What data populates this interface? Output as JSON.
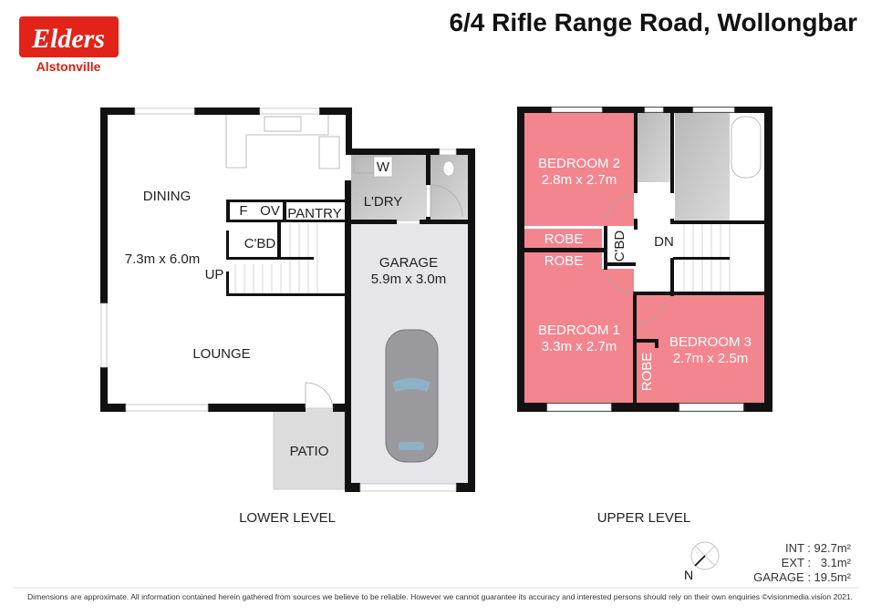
{
  "logo": {
    "brand": "Elders",
    "office": "Alstonville",
    "color": "#e2231a"
  },
  "title": "6/4 Rifle Range Road, Wollongbar",
  "lower": {
    "caption": "LOWER LEVEL",
    "rooms": {
      "dining": "DINING",
      "dining_size": "7.3m x 6.0m",
      "lounge": "LOUNGE",
      "up": "UP",
      "fridge": "F",
      "oven": "OV",
      "pantry": "PANTRY",
      "cupboard": "C'BD",
      "laundry": "L'DRY",
      "washer": "W",
      "garage": "GARAGE",
      "garage_size": "5.9m x 3.0m",
      "patio": "PATIO"
    }
  },
  "upper": {
    "caption": "UPPER LEVEL",
    "rooms": {
      "bed2": "BEDROOM 2",
      "bed2_size": "2.8m x 2.7m",
      "robe1": "ROBE",
      "robe2": "ROBE",
      "cupboard": "C'BD",
      "dn": "DN",
      "bed1": "BEDROOM 1",
      "bed1_size": "3.3m x 2.7m",
      "bed3": "BEDROOM 3",
      "bed3_size": "2.7m x 2.5m",
      "robe3": "ROBE"
    },
    "bedroom_color": "#f3858f"
  },
  "compass": {
    "label": "N"
  },
  "areas": {
    "int": "INT : 92.7m²",
    "ext": "EXT :   3.1m²",
    "garage": "GARAGE : 19.5m²"
  },
  "disclaimer": "Dimensions are approximate. All information contained herein gathered from sources we believe to be reliable. However we cannot guarantee its accuracy and interested persons should rely on their own enquiries ©visionmedia.vision 2021."
}
